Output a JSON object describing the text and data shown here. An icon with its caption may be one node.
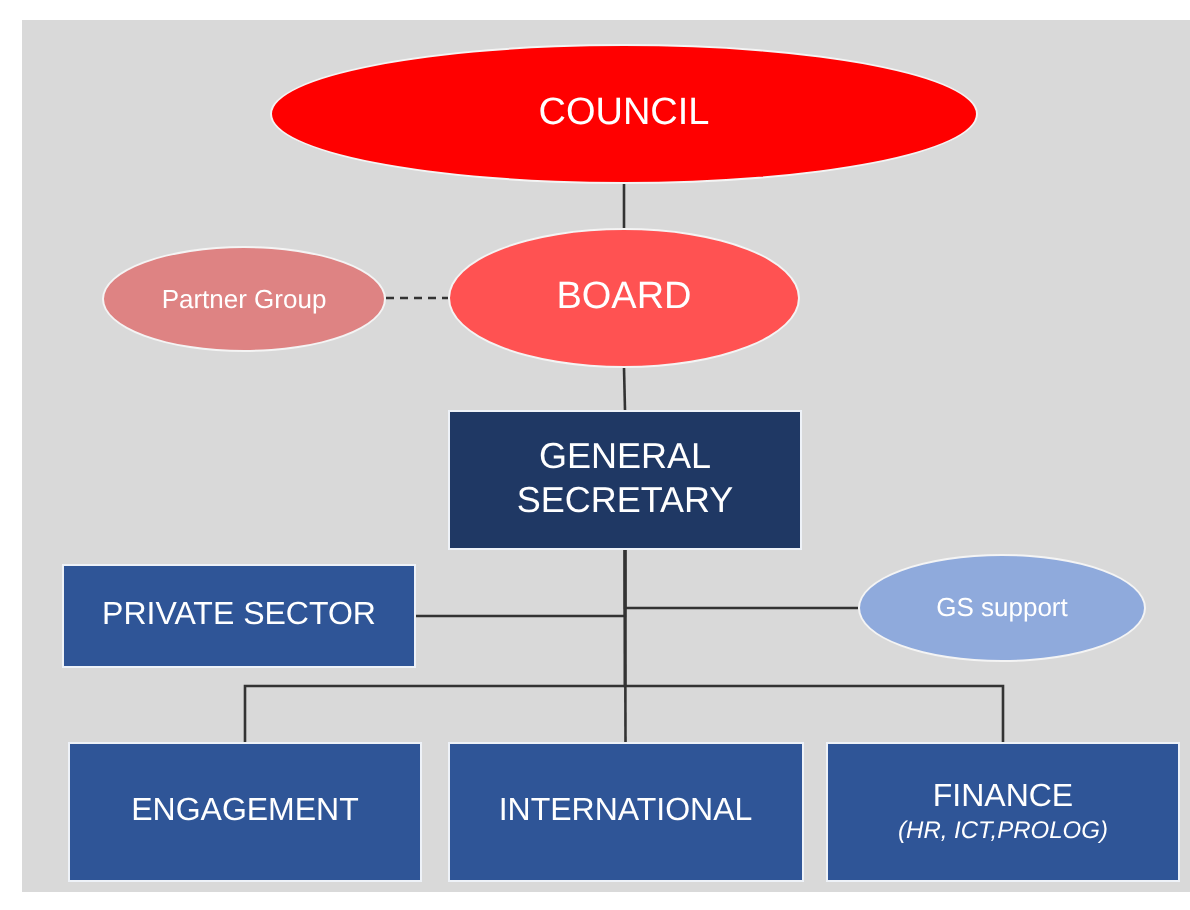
{
  "diagram": {
    "nodes": [
      {
        "text": [
          "COUNCIL"
        ]
      },
      {
        "text": [
          "Partner Group"
        ]
      },
      {
        "text": [
          "BOARD"
        ]
      },
      {
        "text": [
          "GENERAL SECRETARY"
        ]
      },
      {
        "text": [
          "PRIVATE SECTOR"
        ]
      },
      {
        "text": [
          "GS support"
        ]
      },
      {
        "text": [
          "ENGAGEMENT"
        ]
      },
      {
        "text": [
          "INTERNATIONAL"
        ]
      },
      {
        "text": [
          "FINANCE",
          "(HR, ICT,PROLOG)"
        ]
      }
    ],
    "edges": [
      {
        "from": 0,
        "to": 2,
        "arrow": "none"
      },
      {
        "from": 1,
        "to": 2,
        "arrow": "none",
        "style": "dashed"
      },
      {
        "from": 2,
        "to": 3,
        "arrow": "none"
      },
      {
        "from": 3,
        "to": 4,
        "arrow": "none"
      },
      {
        "from": 3,
        "to": 5,
        "arrow": "none"
      },
      {
        "from": 3,
        "to": 6,
        "arrow": "none"
      },
      {
        "from": 3,
        "to": 7,
        "arrow": "none"
      },
      {
        "from": 3,
        "to": 8,
        "arrow": "none"
      }
    ]
  }
}
